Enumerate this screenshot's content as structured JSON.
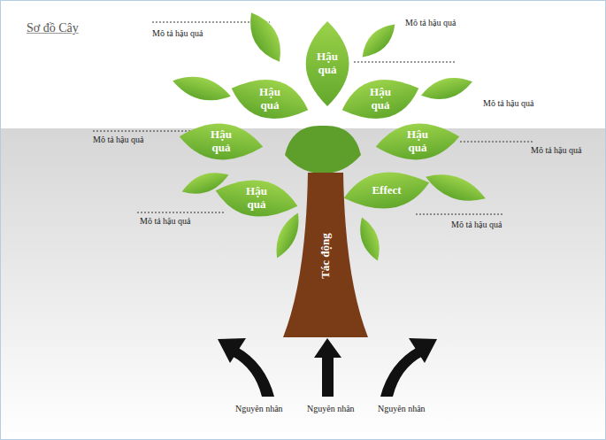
{
  "diagram": {
    "title": "Sơ đồ Cây",
    "nodes": [
      {
        "text": [
          "Hậu quả"
        ]
      },
      {
        "text": [
          "Hậu quả"
        ]
      },
      {
        "text": [
          "Hậu quả"
        ]
      },
      {
        "text": [
          "Hậu quả"
        ]
      },
      {
        "text": [
          "Hậu quả"
        ]
      },
      {
        "text": [
          "Effect"
        ]
      },
      {
        "text": [
          "Hậu quả"
        ]
      },
      {
        "text": [
          "Tác động"
        ]
      }
    ],
    "labels": [
      "Mô tả hậu quả",
      "Mô tả hậu quả",
      "Mô tả hậu quả",
      "Mô tả hậu quả",
      "Mô tả hậu quả",
      "Mô tả hậu quả",
      "Mô tả hậu quả",
      "Nguyên nhân",
      "Nguyên nhân",
      "Nguyên nhân"
    ]
  }
}
